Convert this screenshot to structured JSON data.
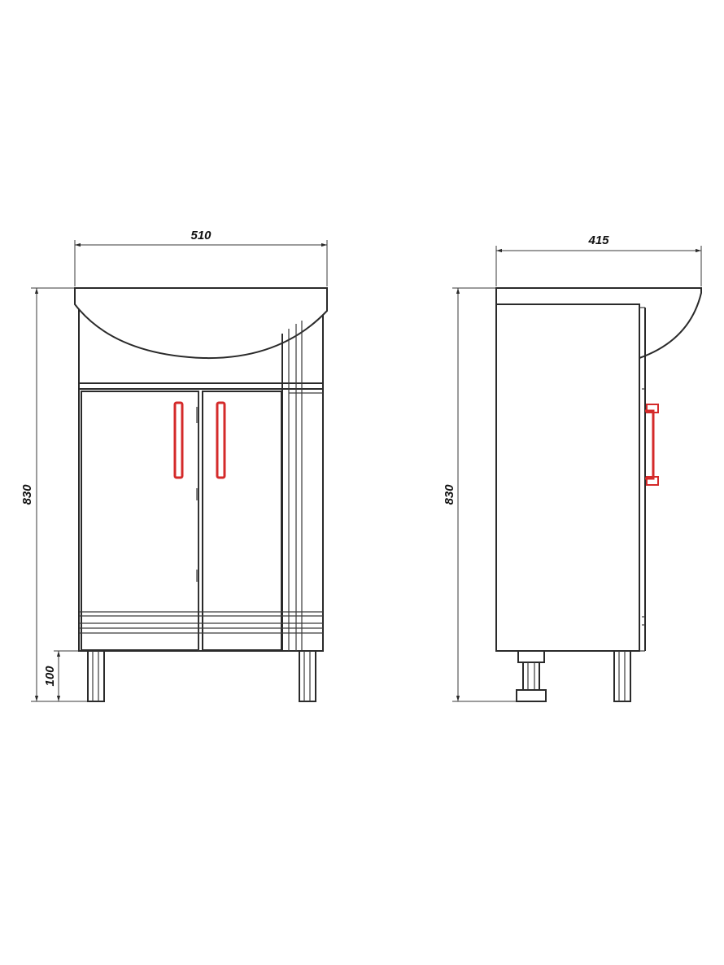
{
  "colors": {
    "line": "#2a2a2a",
    "handle": "#d42a2a",
    "background": "#ffffff"
  },
  "front_view": {
    "width_label": "510",
    "height_label": "830",
    "leg_height_label": "100"
  },
  "side_view": {
    "depth_label": "415",
    "height_label": "830"
  }
}
